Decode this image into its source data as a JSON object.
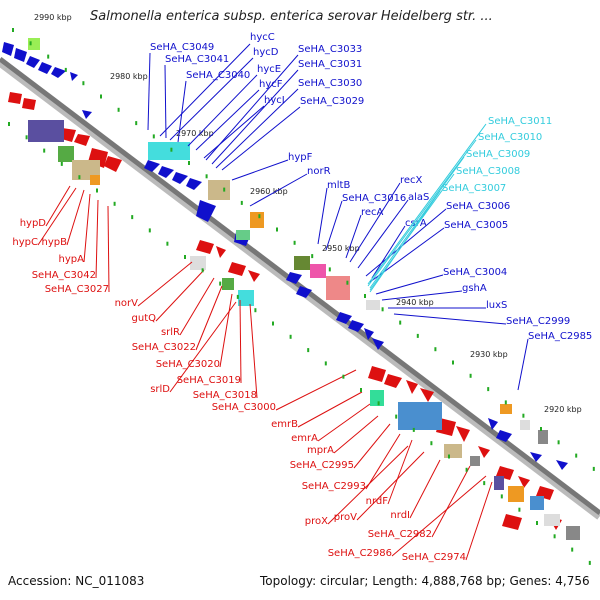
{
  "title": "Salmonella enterica subsp. enterica serovar Heidelberg str. ...",
  "footer": {
    "accession": "Accession: NC_011083",
    "topology": "Topology: circular; Length: 4,888,768 bp; Genes: 4,756"
  },
  "ticks": [
    "2990 kbp",
    "2980 kbp",
    "2970 kbp",
    "2960 kbp",
    "2950 kbp",
    "2940 kbp",
    "2930 kbp",
    "2920 kbp"
  ],
  "colors": {
    "forward": "#1010cc",
    "reverse": "#dd1010",
    "rna": "#33ccdd",
    "axis": "#777777"
  },
  "forward_labels": [
    "SeHA_C3049",
    "hycC",
    "hycD",
    "SeHA_C3041",
    "SeHA_C3040",
    "hycE",
    "hycF",
    "hycI",
    "SeHA_C3033",
    "SeHA_C3031",
    "SeHA_C3030",
    "SeHA_C3029",
    "hypF",
    "norR",
    "mltB",
    "SeHA_C3016",
    "recA",
    "recX",
    "alaS",
    "csrA",
    "SeHA_C3006",
    "SeHA_C3005",
    "SeHA_C3004",
    "gshA",
    "luxS",
    "SeHA_C2999",
    "SeHA_C2985"
  ],
  "rna_labels": [
    "SeHA_C3011",
    "SeHA_C3010",
    "SeHA_C3009",
    "SeHA_C3008",
    "SeHA_C3007"
  ],
  "reverse_labels": [
    "hypD",
    "hypC",
    "hypB",
    "hypA",
    "SeHA_C3042",
    "SeHA_C3027",
    "norV",
    "gutQ",
    "srlR",
    "SeHA_C3022",
    "SeHA_C3020",
    "SeHA_C3019",
    "srlD",
    "SeHA_C3018",
    "SeHA_C3000",
    "emrB",
    "emrA",
    "mprA",
    "SeHA_C2995",
    "SeHA_C2993",
    "nrdF",
    "proX",
    "proV",
    "nrdI",
    "SeHA_C2982",
    "SeHA_C2986",
    "SeHA_C2974"
  ]
}
